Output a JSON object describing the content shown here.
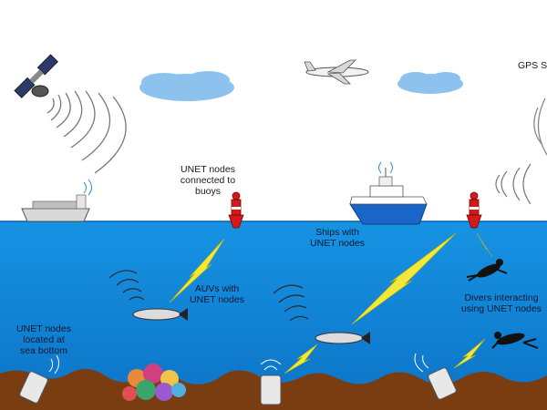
{
  "labels": {
    "gps": "GPS S",
    "buoys": "UNET nodes\nconnected to\nbuoys",
    "ships": "Ships with\nUNET nodes",
    "auvs": "AUVs with\nUNET nodes",
    "bottom": "UNET nodes\nlocated at\nsea bottom",
    "divers": "Divers interacting\nusing UNET nodes"
  },
  "colors": {
    "sky": "#ffffff",
    "sea": "#0f86d8",
    "seabed": "#7a3d12",
    "cloud": "#8ec2ee",
    "signal": "#f3e83a",
    "buoy": "#d31a1a"
  }
}
